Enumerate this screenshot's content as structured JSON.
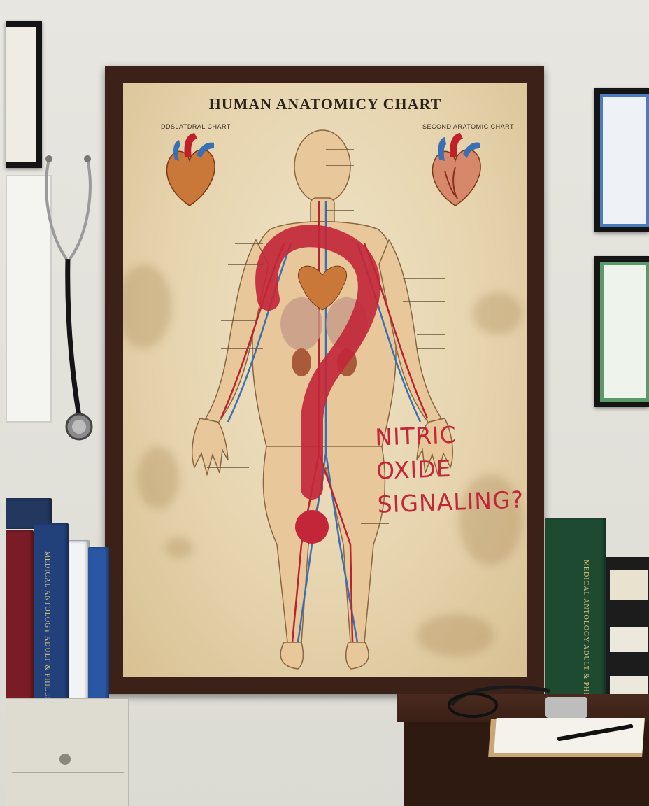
{
  "poster": {
    "title": "HUMAN ANATOMICY CHART",
    "left_heading": "DDSLATDRAL CHART",
    "right_heading": "SECOND ARATOMIC CHART",
    "handwriting": [
      "NITRIC",
      "OXIDE",
      "SIGNALING?"
    ]
  },
  "books": {
    "left_spine_1": "MEDICAL ANTOLOGY ADULT & PHILES",
    "right_spine_1": "MEDICAL ANTOLOGY ADULT & PHILES"
  },
  "colors": {
    "marker_red": "#c22638",
    "artery_red": "#b8232e",
    "vein_blue": "#3a6fb4",
    "frame_wood": "#3b2117",
    "parchment": "#e9d9b6"
  },
  "icons": [
    "stethoscope-icon",
    "pen-icon",
    "clipboard-icon"
  ]
}
